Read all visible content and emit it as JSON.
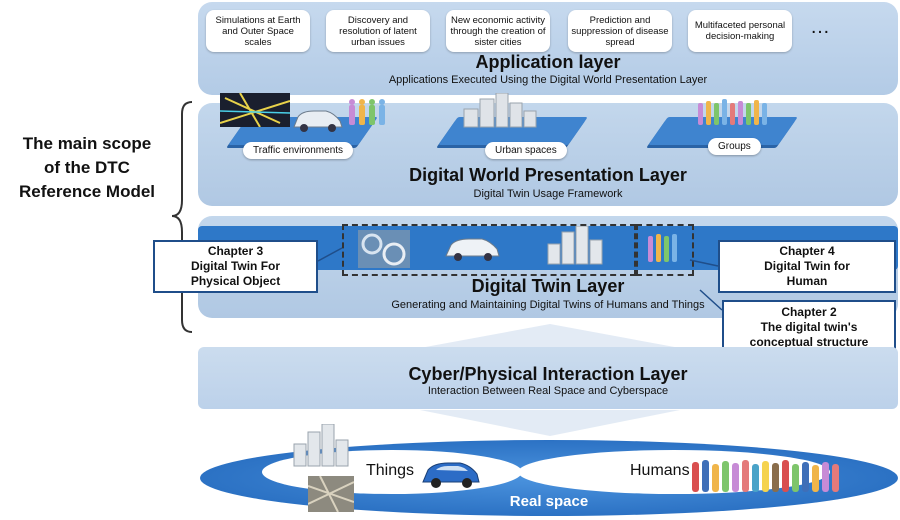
{
  "scope_label": [
    "The main scope",
    "of the DTC",
    "Reference Model"
  ],
  "application_layer": {
    "boxes": [
      "Simulations at Earth and Outer Space scales",
      "Discovery and resolution of latent urban issues",
      "New economic activity through the creation of sister cities",
      "Prediction and suppression of disease spread",
      "Multifaceted personal decision-making"
    ],
    "ellipsis": "…",
    "title": "Application layer",
    "subtitle": "Applications Executed Using the Digital World Presentation Layer"
  },
  "digital_world_layer": {
    "labels": [
      "Traffic environments",
      "Urban spaces",
      "Groups"
    ],
    "title": "Digital World Presentation Layer",
    "subtitle": "Digital Twin Usage Framework"
  },
  "digital_twin_layer": {
    "title": "Digital Twin Layer",
    "subtitle": "Generating and Maintaining Digital Twins of Humans and Things"
  },
  "callouts": {
    "ch3": [
      "Chapter 3",
      "Digital Twin For",
      "Physical Object"
    ],
    "ch4": [
      "Chapter 4",
      "Digital Twin for",
      "Human"
    ],
    "ch2": [
      "Chapter 2",
      "The digital twin's",
      "conceptual structure"
    ]
  },
  "cyber_physical_layer": {
    "title": "Cyber/Physical Interaction Layer",
    "subtitle": "Interaction Between Real Space and Cyberspace"
  },
  "real_space": {
    "things": "Things",
    "humans": "Humans",
    "label": "Real space"
  },
  "colors": {
    "layer_bg": "#c3d7ec",
    "band": "#2e78c8",
    "callout_border": "#1f4e8a"
  }
}
